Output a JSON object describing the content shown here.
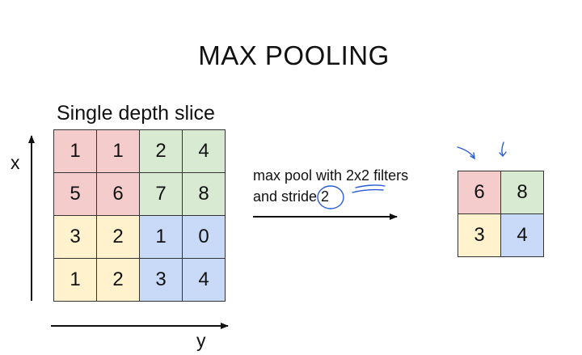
{
  "title": "MAX POOLING",
  "slice_label": "Single depth slice",
  "axis": {
    "x_label": "x",
    "y_label": "y"
  },
  "description": {
    "line1": "max pool with 2x2 filters",
    "line2": "and stride 2"
  },
  "colors": {
    "red": "#f4cccc",
    "green": "#d9ead3",
    "yellow": "#fff2cc",
    "blue": "#c9daf8",
    "ink": "#2a5bd7"
  },
  "input_grid": [
    [
      {
        "v": "1",
        "c": "red"
      },
      {
        "v": "1",
        "c": "red"
      },
      {
        "v": "2",
        "c": "green"
      },
      {
        "v": "4",
        "c": "green"
      }
    ],
    [
      {
        "v": "5",
        "c": "red"
      },
      {
        "v": "6",
        "c": "red"
      },
      {
        "v": "7",
        "c": "green"
      },
      {
        "v": "8",
        "c": "green"
      }
    ],
    [
      {
        "v": "3",
        "c": "yellow"
      },
      {
        "v": "2",
        "c": "yellow"
      },
      {
        "v": "1",
        "c": "blue"
      },
      {
        "v": "0",
        "c": "blue"
      }
    ],
    [
      {
        "v": "1",
        "c": "yellow"
      },
      {
        "v": "2",
        "c": "yellow"
      },
      {
        "v": "3",
        "c": "blue"
      },
      {
        "v": "4",
        "c": "blue"
      }
    ]
  ],
  "output_grid": [
    [
      {
        "v": "6",
        "c": "red"
      },
      {
        "v": "8",
        "c": "green"
      }
    ],
    [
      {
        "v": "3",
        "c": "yellow"
      },
      {
        "v": "4",
        "c": "blue"
      }
    ]
  ]
}
